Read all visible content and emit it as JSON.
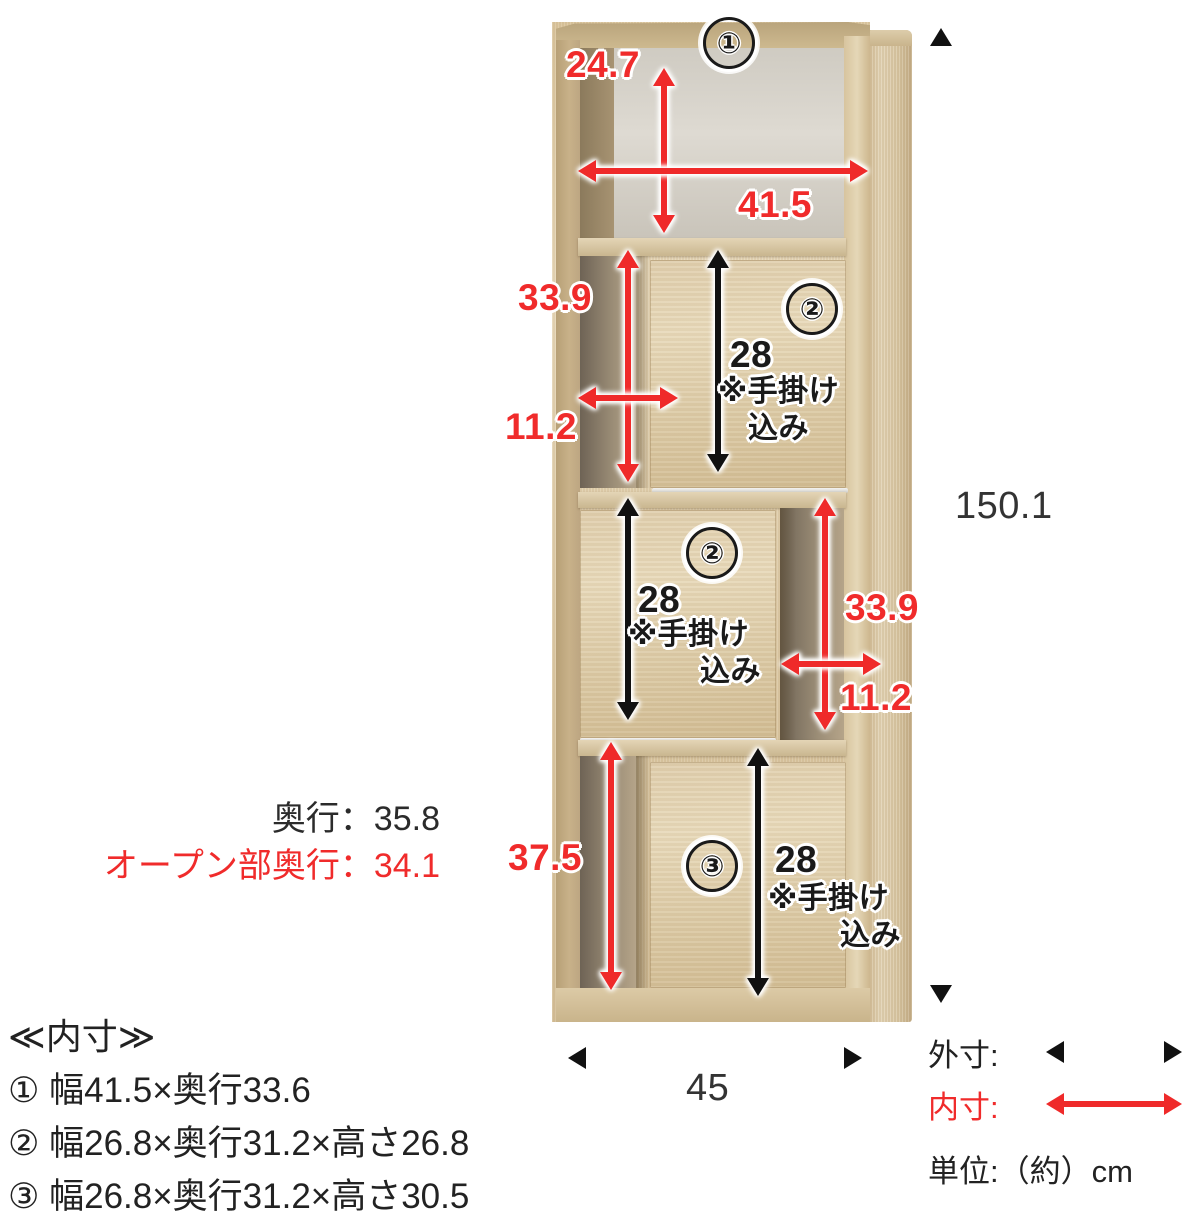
{
  "product": {
    "type": "wooden-shelf-cabinet",
    "unit_note": "単位:（約）cm"
  },
  "markers": {
    "one": "①",
    "two_upper": "②",
    "two_middle": "②",
    "three": "③"
  },
  "dimensions": {
    "overall_height": "150.1",
    "overall_width": "45",
    "open_top_height": "24.7",
    "open_top_width": "41.5",
    "upper_inner_height": "33.9",
    "upper_inner_width": "11.2",
    "middle_inner_height": "33.9",
    "middle_inner_width": "11.2",
    "bottom_inner_height": "37.5",
    "box_upper_height": "28",
    "box_middle_height": "28",
    "box_bottom_height": "28",
    "box_note": "※手掛け\n込み",
    "box_note_line1": "※手掛け",
    "box_note_line2": "込み"
  },
  "depth": {
    "outer_depth": "奥行：35.8",
    "open_depth": "オープン部奥行：34.1"
  },
  "inner_sizes": {
    "title": "≪内寸≫",
    "rows": [
      "① 幅41.5×奥行33.6",
      "② 幅26.8×奥行31.2×高さ26.8",
      "③ 幅26.8×奥行31.2×高さ30.5"
    ]
  },
  "legend": {
    "outer_label": "外寸:",
    "inner_label": "内寸:",
    "unit_label": "単位:（約）cm"
  },
  "colors": {
    "inner_dim_red": "#f02b2b",
    "outer_dim_black": "#111111",
    "wood_light": "#e6d7b8",
    "wood_mid": "#d2bc94",
    "wood_dark": "#b7a076",
    "recess_grey": "#d5d1c8",
    "background": "#ffffff"
  }
}
